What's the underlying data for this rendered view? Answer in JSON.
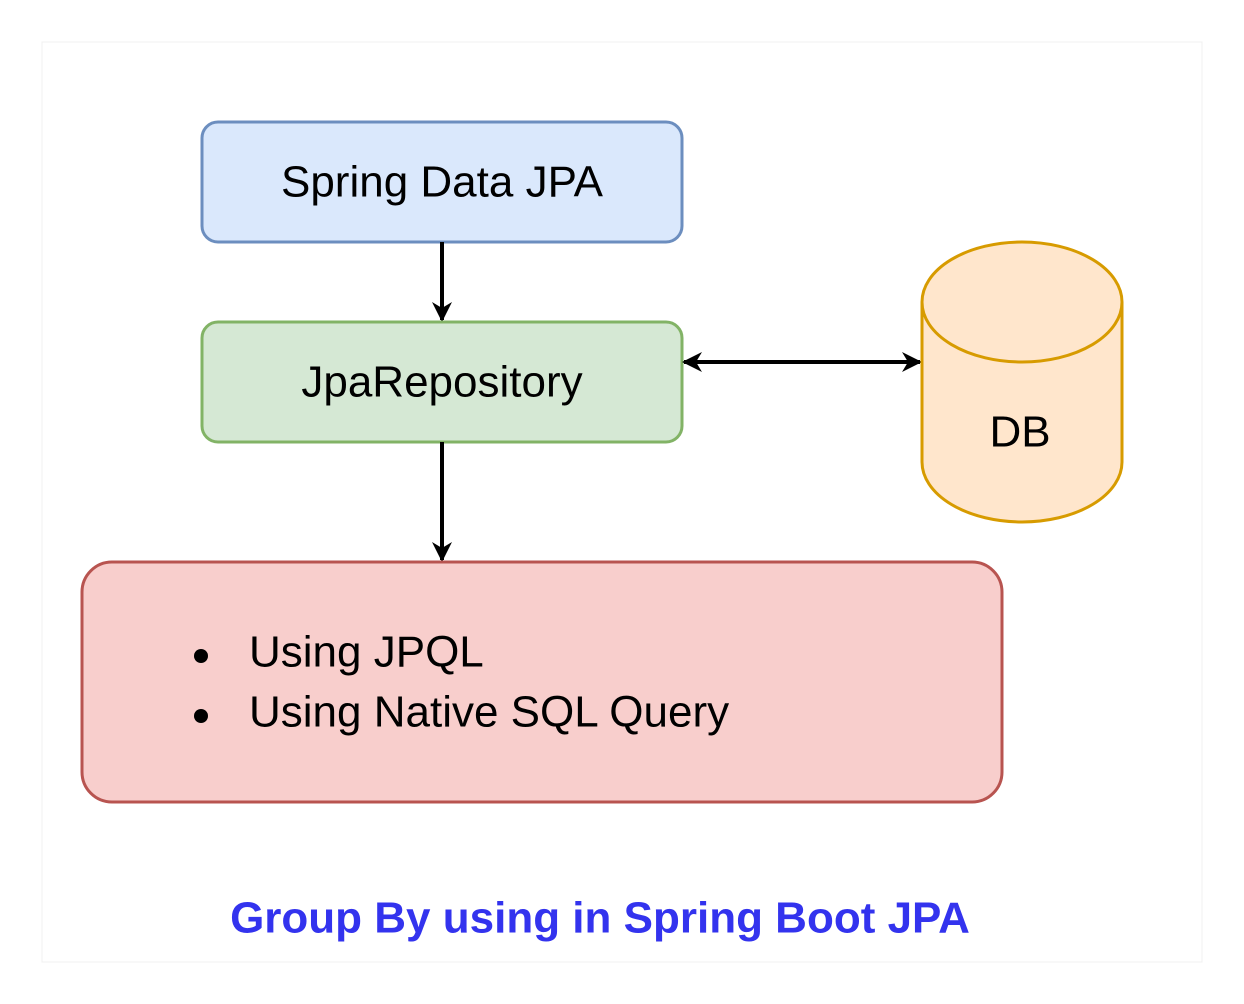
{
  "nodes": {
    "spring_data": {
      "label": "Spring Data JPA",
      "fill": "#dae8fc",
      "stroke": "#6c8ebf"
    },
    "repository": {
      "label": "JpaRepository",
      "fill": "#d5e8d4",
      "stroke": "#82b366"
    },
    "db": {
      "label": "DB",
      "fill": "#ffe6cc",
      "stroke": "#d79b00"
    },
    "query_box": {
      "fill": "#f8cecc",
      "stroke": "#b85450",
      "items": [
        "Using JPQL",
        "Using Native SQL Query"
      ]
    }
  },
  "edges": [
    {
      "from": "Spring Data JPA",
      "to": "JpaRepository",
      "direction": "forward"
    },
    {
      "from": "JpaRepository",
      "to": "DB",
      "direction": "both"
    },
    {
      "from": "JpaRepository",
      "to": "query_box",
      "direction": "forward"
    }
  ],
  "caption": {
    "text": "Group By using in Spring Boot JPA",
    "color": "#3333ee"
  }
}
